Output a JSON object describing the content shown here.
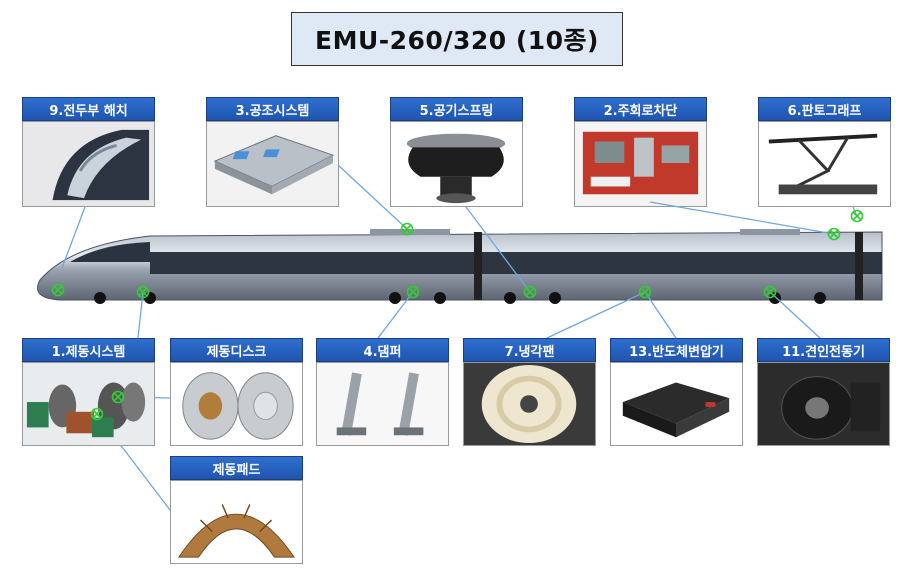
{
  "title": "EMU-260/320 (10종)",
  "components": [
    {
      "id": "front-hatch",
      "label": "9.전두부 해치"
    },
    {
      "id": "hvac",
      "label": "3.공조시스템"
    },
    {
      "id": "air-spring",
      "label": "5.공기스프링"
    },
    {
      "id": "main-breaker",
      "label": "2.주회로차단"
    },
    {
      "id": "pantograph",
      "label": "6.판토그래프"
    },
    {
      "id": "brake-system",
      "label": "1.제동시스템"
    },
    {
      "id": "brake-disc",
      "label": "제동디스크"
    },
    {
      "id": "damper",
      "label": "4.댐퍼"
    },
    {
      "id": "cooling-fan",
      "label": "7.냉각팬"
    },
    {
      "id": "semiconductor-transformer",
      "label": "13.반도체변압기"
    },
    {
      "id": "traction-motor",
      "label": "11.견인전동기"
    },
    {
      "id": "brake-pad",
      "label": "제동패드"
    }
  ],
  "colors": {
    "label_bg": "#1f55b0",
    "title_bg": "#dfe9f5",
    "marker": "#33cc33",
    "connector": "#6fa8dc"
  }
}
